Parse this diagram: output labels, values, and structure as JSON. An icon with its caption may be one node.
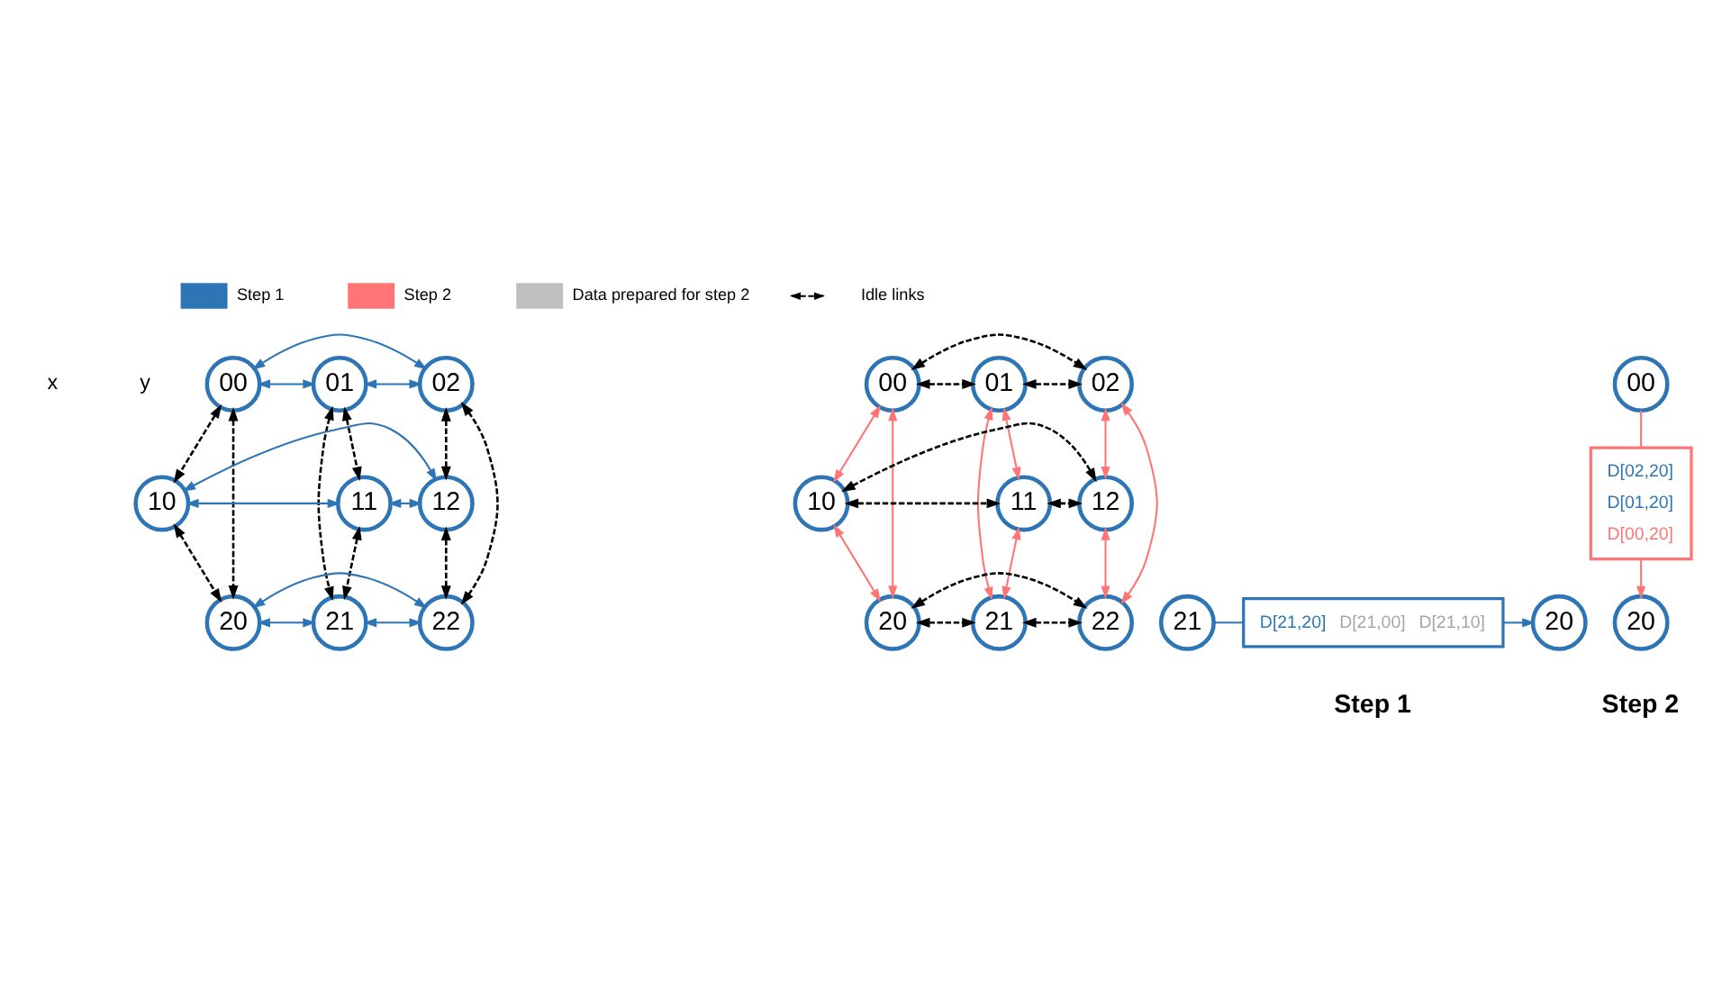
{
  "diagram": {
    "nodes": [
      {
        "text": [
          "00"
        ]
      },
      {
        "text": [
          "01"
        ]
      },
      {
        "text": [
          "02"
        ]
      },
      {
        "text": [
          "10"
        ]
      },
      {
        "text": [
          "11"
        ]
      },
      {
        "text": [
          "12"
        ]
      },
      {
        "text": [
          "20"
        ]
      },
      {
        "text": [
          "21"
        ]
      },
      {
        "text": [
          "22"
        ]
      },
      {
        "text": [
          "20"
        ]
      },
      {
        "text": [
          "D[21,20]",
          "D[21,00]",
          "D[21,10]"
        ]
      },
      {
        "text": [
          "21"
        ]
      },
      {
        "text": [
          "00"
        ]
      },
      {
        "text": [
          "D[02,20]",
          "D[01,20]",
          "D[00,20]"
        ]
      },
      {
        "text": [
          "20"
        ]
      },
      {
        "text": [
          "00"
        ]
      },
      {
        "text": [
          "01"
        ]
      },
      {
        "text": [
          "02"
        ]
      },
      {
        "text": [
          "10"
        ]
      },
      {
        "text": [
          "11"
        ]
      },
      {
        "text": [
          "12"
        ]
      },
      {
        "text": [
          "20"
        ]
      },
      {
        "text": [
          "21"
        ]
      },
      {
        "text": [
          "22"
        ]
      }
    ],
    "edges": [
      {
        "from": 0,
        "to": 1,
        "arrow": "both",
        "color": "#2e75b6"
      },
      {
        "from": 1,
        "to": 2,
        "arrow": "both",
        "color": "#2e75b6"
      },
      {
        "from": 0,
        "to": 2,
        "arrow": "both",
        "color": "#2e75b6"
      },
      {
        "from": 3,
        "to": 4,
        "arrow": "both",
        "color": "#2e75b6"
      },
      {
        "from": 4,
        "to": 5,
        "arrow": "both",
        "color": "#2e75b6"
      },
      {
        "from": 3,
        "to": 5,
        "arrow": "both",
        "color": "#2e75b6"
      },
      {
        "from": 6,
        "to": 7,
        "arrow": "both",
        "color": "#2e75b6"
      },
      {
        "from": 7,
        "to": 8,
        "arrow": "both",
        "color": "#2e75b6"
      },
      {
        "from": 6,
        "to": 8,
        "arrow": "both",
        "color": "#2e75b6"
      },
      {
        "from": 0,
        "to": 3,
        "arrow": "both",
        "style": "dashed"
      },
      {
        "from": 3,
        "to": 6,
        "arrow": "both",
        "style": "dashed"
      },
      {
        "from": 0,
        "to": 6,
        "arrow": "both",
        "style": "dashed"
      },
      {
        "from": 1,
        "to": 4,
        "arrow": "both",
        "style": "dashed"
      },
      {
        "from": 4,
        "to": 7,
        "arrow": "both",
        "style": "dashed"
      },
      {
        "from": 1,
        "to": 7,
        "arrow": "both",
        "style": "dashed"
      },
      {
        "from": 2,
        "to": 5,
        "arrow": "both",
        "style": "dashed"
      },
      {
        "from": 5,
        "to": 8,
        "arrow": "both",
        "style": "dashed"
      },
      {
        "from": 2,
        "to": 8,
        "arrow": "both",
        "style": "dashed"
      },
      {
        "from": 11,
        "to": 10,
        "arrow": "none",
        "color": "#2e75b6"
      },
      {
        "from": 10,
        "to": 9,
        "arrow": "to",
        "color": "#2e75b6"
      },
      {
        "from": 12,
        "to": 13,
        "arrow": "none",
        "color": "#ff7575"
      },
      {
        "from": 13,
        "to": 14,
        "arrow": "to",
        "color": "#ff7575"
      },
      {
        "from": 15,
        "to": 16,
        "arrow": "both",
        "style": "dashed"
      },
      {
        "from": 16,
        "to": 17,
        "arrow": "both",
        "style": "dashed"
      },
      {
        "from": 15,
        "to": 17,
        "arrow": "both",
        "style": "dashed"
      },
      {
        "from": 18,
        "to": 19,
        "arrow": "both",
        "style": "dashed"
      },
      {
        "from": 19,
        "to": 20,
        "arrow": "both",
        "style": "dashed"
      },
      {
        "from": 18,
        "to": 20,
        "arrow": "both",
        "style": "dashed"
      },
      {
        "from": 21,
        "to": 22,
        "arrow": "both",
        "style": "dashed"
      },
      {
        "from": 22,
        "to": 23,
        "arrow": "both",
        "style": "dashed"
      },
      {
        "from": 21,
        "to": 23,
        "arrow": "both",
        "style": "dashed"
      },
      {
        "from": 15,
        "to": 18,
        "arrow": "both",
        "color": "#ff7575"
      },
      {
        "from": 18,
        "to": 21,
        "arrow": "both",
        "color": "#ff7575"
      },
      {
        "from": 15,
        "to": 21,
        "arrow": "both",
        "color": "#ff7575"
      },
      {
        "from": 16,
        "to": 19,
        "arrow": "both",
        "color": "#ff7575"
      },
      {
        "from": 19,
        "to": 22,
        "arrow": "both",
        "color": "#ff7575"
      },
      {
        "from": 16,
        "to": 22,
        "arrow": "both",
        "color": "#ff7575"
      },
      {
        "from": 17,
        "to": 20,
        "arrow": "both",
        "color": "#ff7575"
      },
      {
        "from": 20,
        "to": 23,
        "arrow": "both",
        "color": "#ff7575"
      },
      {
        "from": 17,
        "to": 23,
        "arrow": "both",
        "color": "#ff7575"
      }
    ],
    "labels": [
      "x",
      "y",
      "Step 1",
      "Step 2"
    ],
    "legend": [
      {
        "text": "Step 1",
        "color": "#2e75b6"
      },
      {
        "text": "Step 2",
        "color": "#ff7575"
      },
      {
        "text": "Data prepared for step 2",
        "color": "#bfbfbf"
      },
      {
        "text": "Idle links"
      }
    ]
  }
}
